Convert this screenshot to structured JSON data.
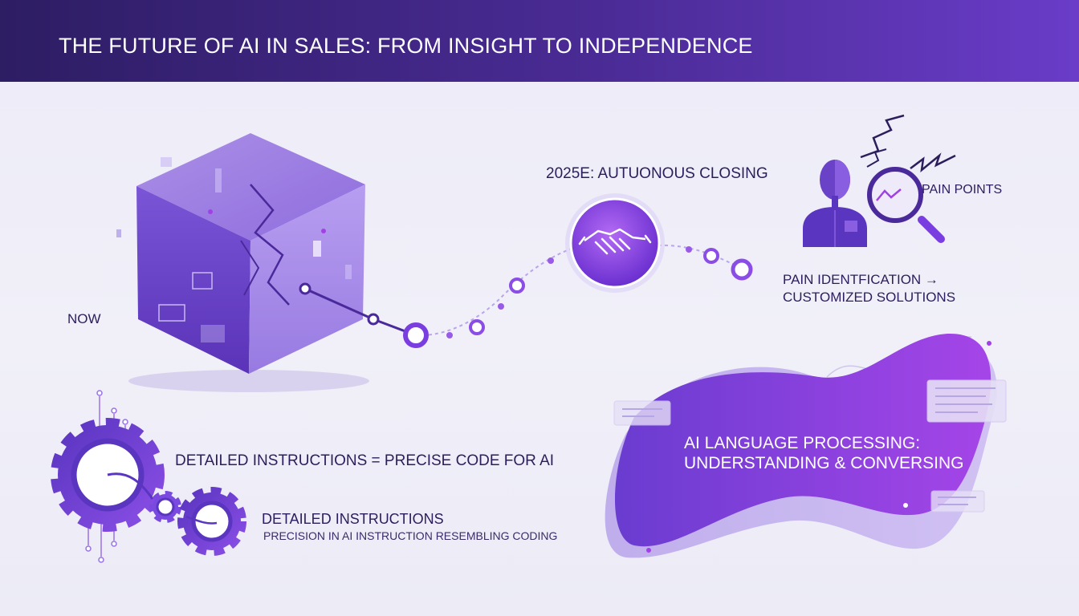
{
  "header": {
    "title": "THE FUTURE OF AI IN SALES: FROM INSIGHT TO INDEPENDENCE"
  },
  "timeline": {
    "now_label": "NOW",
    "milestone_label": "2025E: AUTUONOUS CLOSING"
  },
  "pain": {
    "badge": "PAIN POINTS",
    "caption_line1": "PAIN IDENTFICATION →",
    "caption_line2": "CUSTOMIZED SOLUTIONS"
  },
  "instructions": {
    "main": "DETAILED INSTRUCTIONS = PRECISE CODE FOR AI",
    "title": "DETAILED INSTRUCTIONS",
    "subtitle": "PRECISION IN AI INSTRUCTION RESEMBLING CODING"
  },
  "language": {
    "line1": "AI LANGUAGE PROCESSING:",
    "line2": "UNDERSTANDING & CONVERSING"
  },
  "colors": {
    "header_start": "#2d1d63",
    "header_end": "#6a3cc8",
    "accent": "#7a3ee0",
    "accent_light": "#b18ef0",
    "text": "#2c1e5c"
  }
}
